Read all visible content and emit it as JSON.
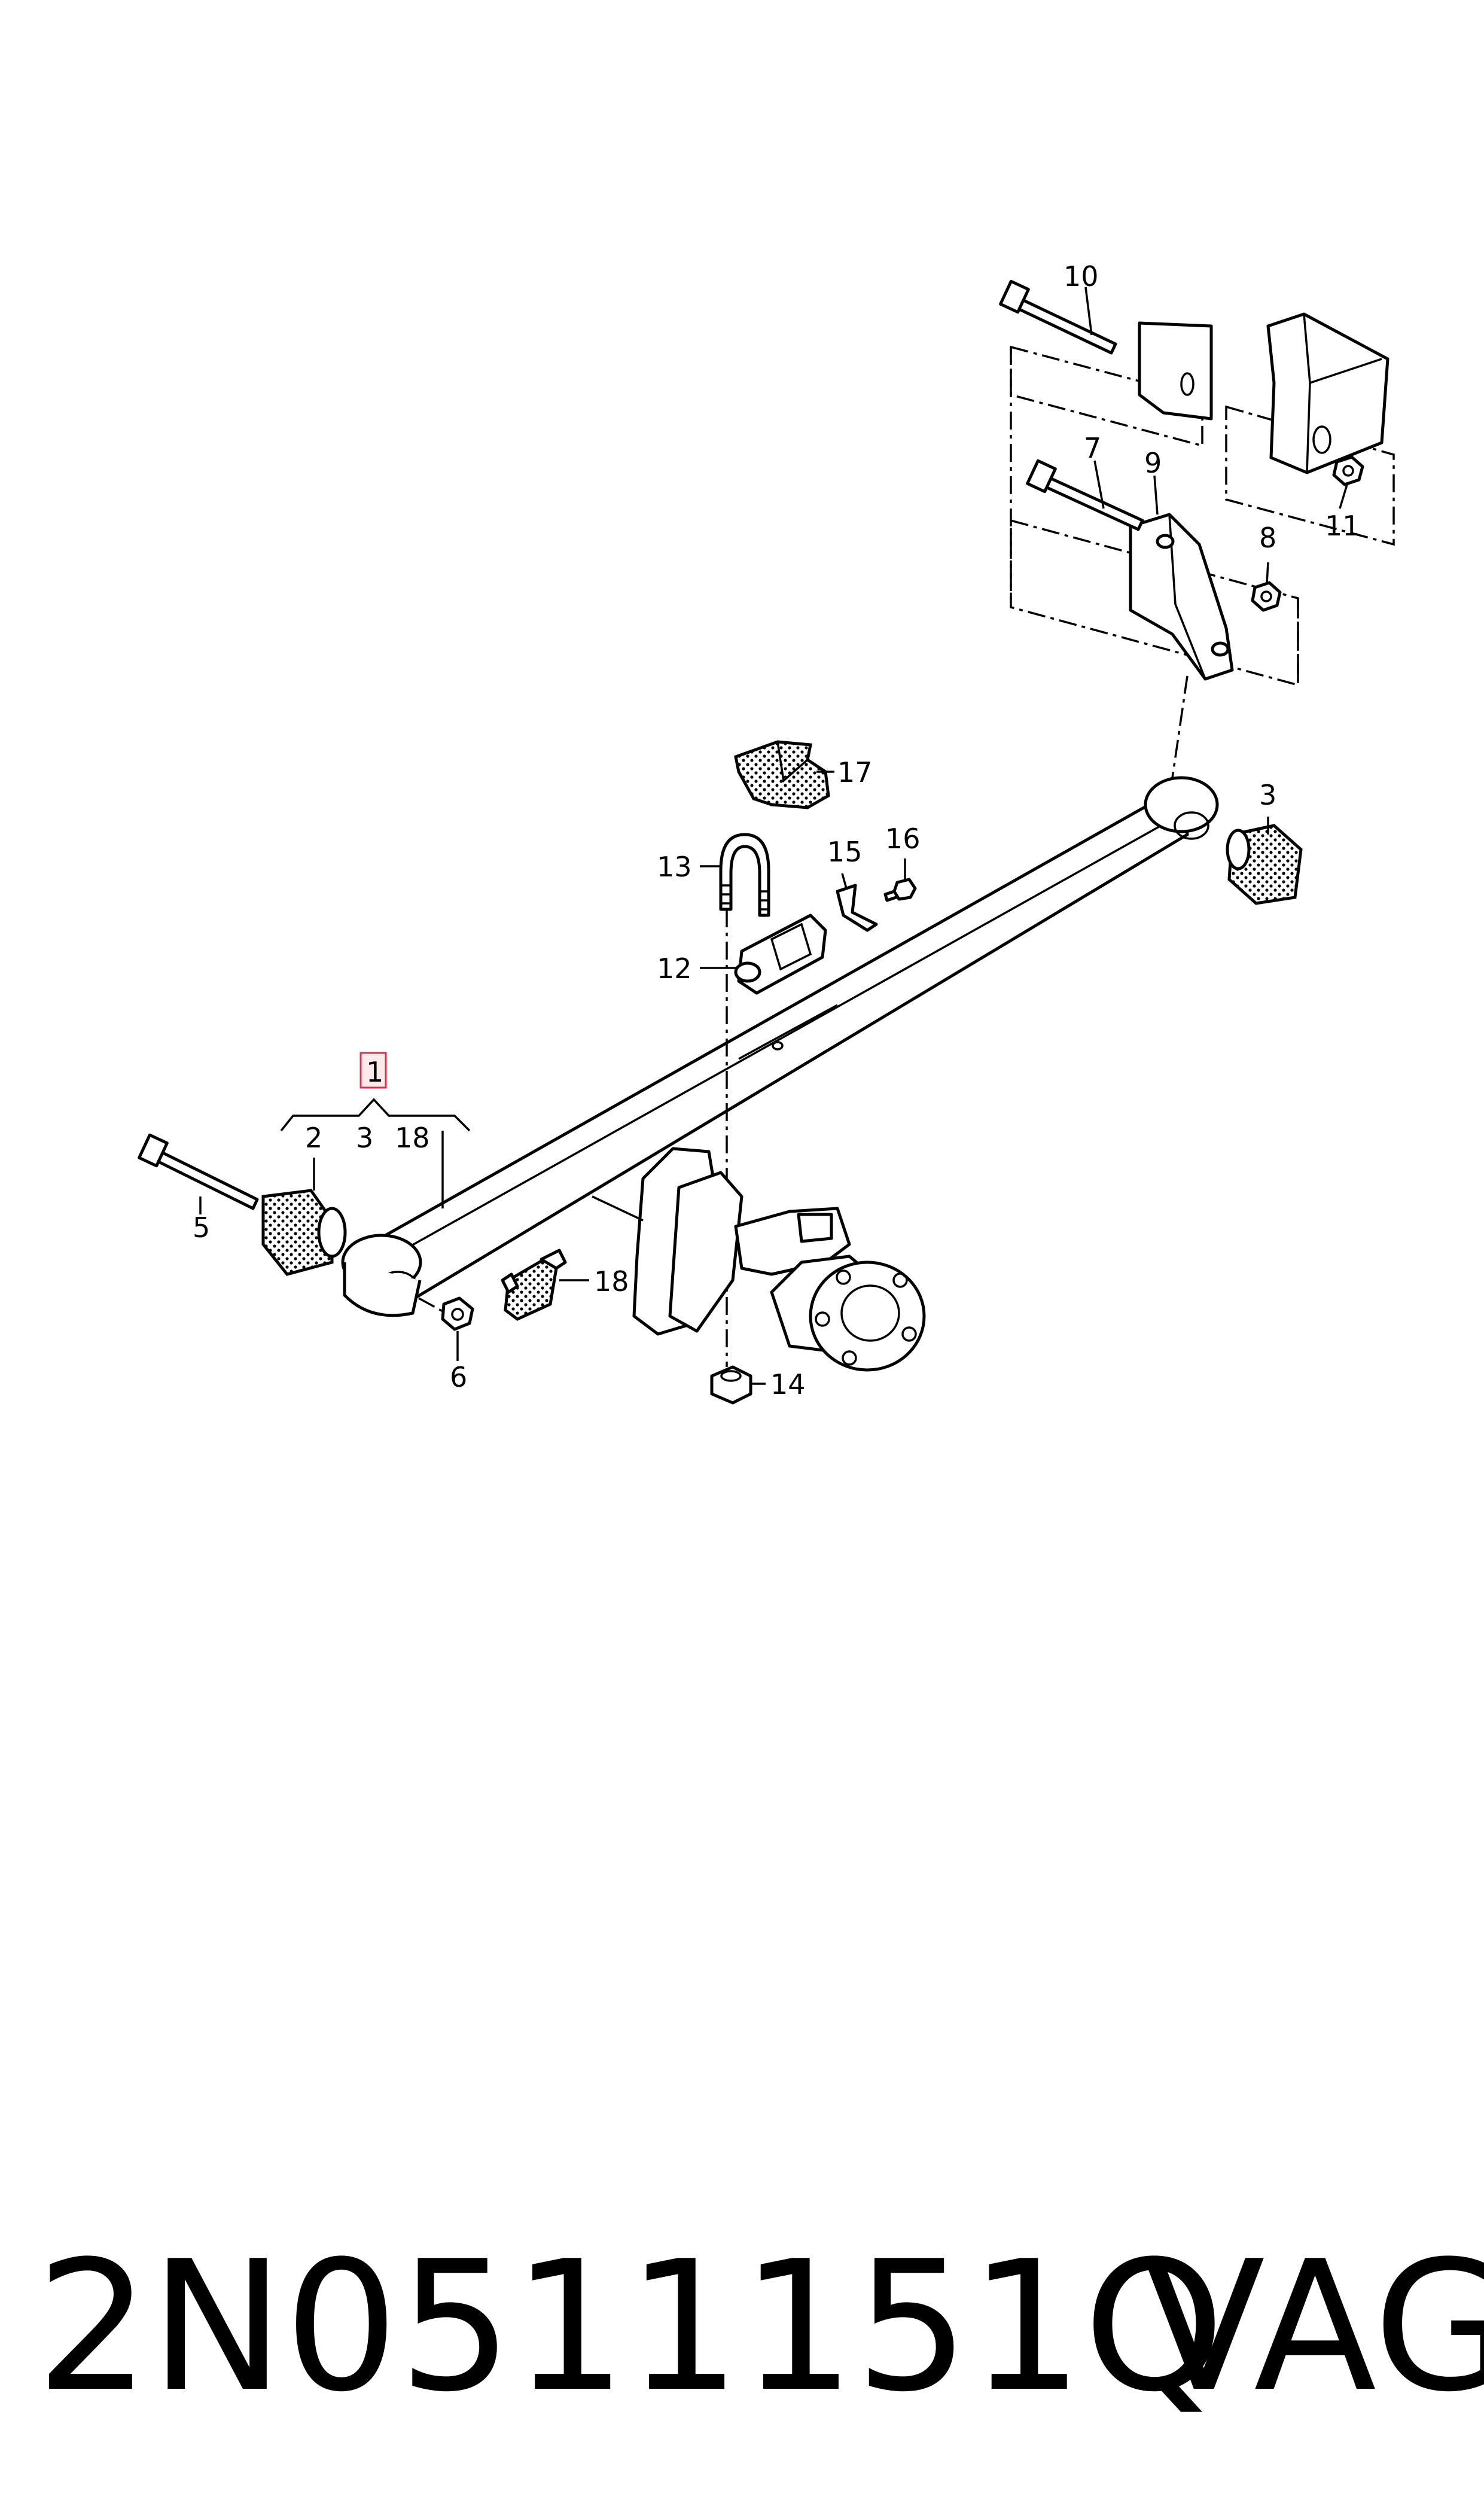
{
  "callouts": {
    "c1": "1",
    "c2": "2",
    "c3a": "3",
    "c3b": "3",
    "c5": "5",
    "c6": "6",
    "c7": "7",
    "c8": "8",
    "c9": "9",
    "c10": "10",
    "c11": "11",
    "c12": "12",
    "c13": "13",
    "c14": "14",
    "c15": "15",
    "c16": "16",
    "c17": "17",
    "c18a": "18",
    "c18b": "18"
  },
  "caption": {
    "part_number": "2N0511151Q",
    "brand": "VAG"
  },
  "colors": {
    "line": "#000000",
    "highlight_box": "#d9324a",
    "background": "#ffffff"
  }
}
